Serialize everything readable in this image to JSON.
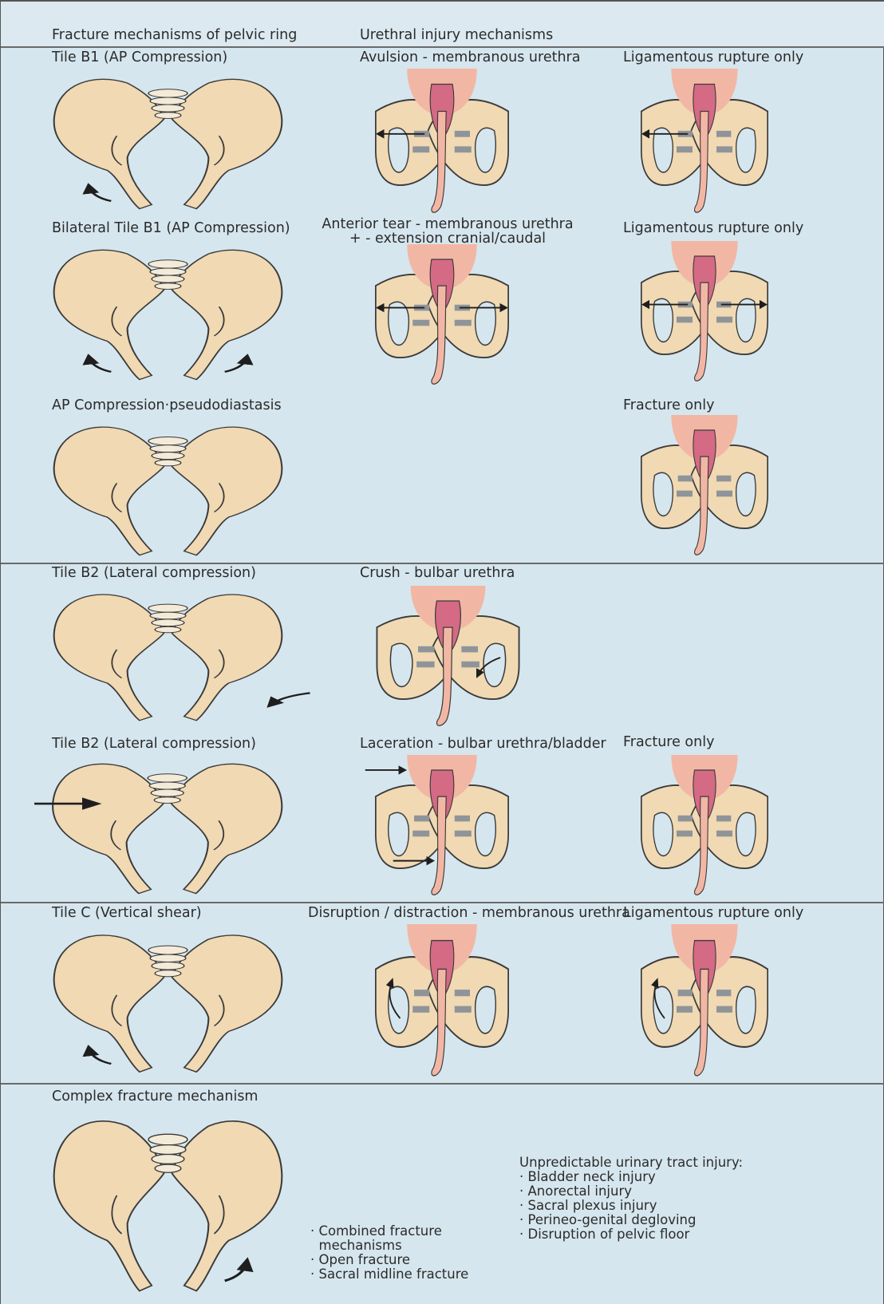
{
  "headers": {
    "col1": "Fracture mechanisms of pelvic ring",
    "col2": "Urethral injury mechanisms"
  },
  "rows": [
    {
      "fracture": "Tile B1 (AP Compression)",
      "urethral": [
        "Avulsion - membranous urethra"
      ],
      "outcome": "Ligamentous rupture only"
    },
    {
      "fracture": "Bilateral Tile B1 (AP Compression)",
      "urethral": [
        "Anterior tear - membranous urethra",
        "+ - extension cranial/caudal"
      ],
      "outcome": "Ligamentous rupture only"
    },
    {
      "fracture": "AP Compression·pseudodiastasis",
      "urethral": [],
      "outcome": "Fracture only"
    },
    {
      "fracture": "Tile B2 (Lateral compression)",
      "urethral": [
        "Crush - bulbar urethra"
      ],
      "outcome": ""
    },
    {
      "fracture": "Tile B2 (Lateral compression)",
      "urethral": [
        "Laceration - bulbar urethra/bladder"
      ],
      "outcome": "Fracture only"
    },
    {
      "fracture": "Tile C (Vertical shear)",
      "urethral": [
        "Disruption / distraction - membranous urethra"
      ],
      "outcome": "Ligamentous rupture only"
    },
    {
      "fracture": "Complex fracture mechanism",
      "urethral": [],
      "outcome": ""
    }
  ],
  "complex_notes": [
    "· Combined fracture",
    "  mechanisms",
    "· Open fracture",
    "· Sacral midline fracture"
  ],
  "unpredictable": {
    "title": "Unpredictable urinary tract injury:",
    "items": [
      "· Bladder neck injury",
      "· Anorectal injury",
      "· Sacral plexus injury",
      "· Perineo-genital degloving",
      "· Disruption of pelvic floor"
    ]
  },
  "colors": {
    "background": "#d6e6ee",
    "bone": "#f0d9b3",
    "bone_outline": "#3a3a3a",
    "bladder": "#f2b7a4",
    "prostate": "#d46a84",
    "ligament": "#8f9499"
  },
  "icons": {
    "pelvis": "pelvis-illustration",
    "urethra": "urethra-illustration",
    "arrow": "arrow-icon"
  }
}
